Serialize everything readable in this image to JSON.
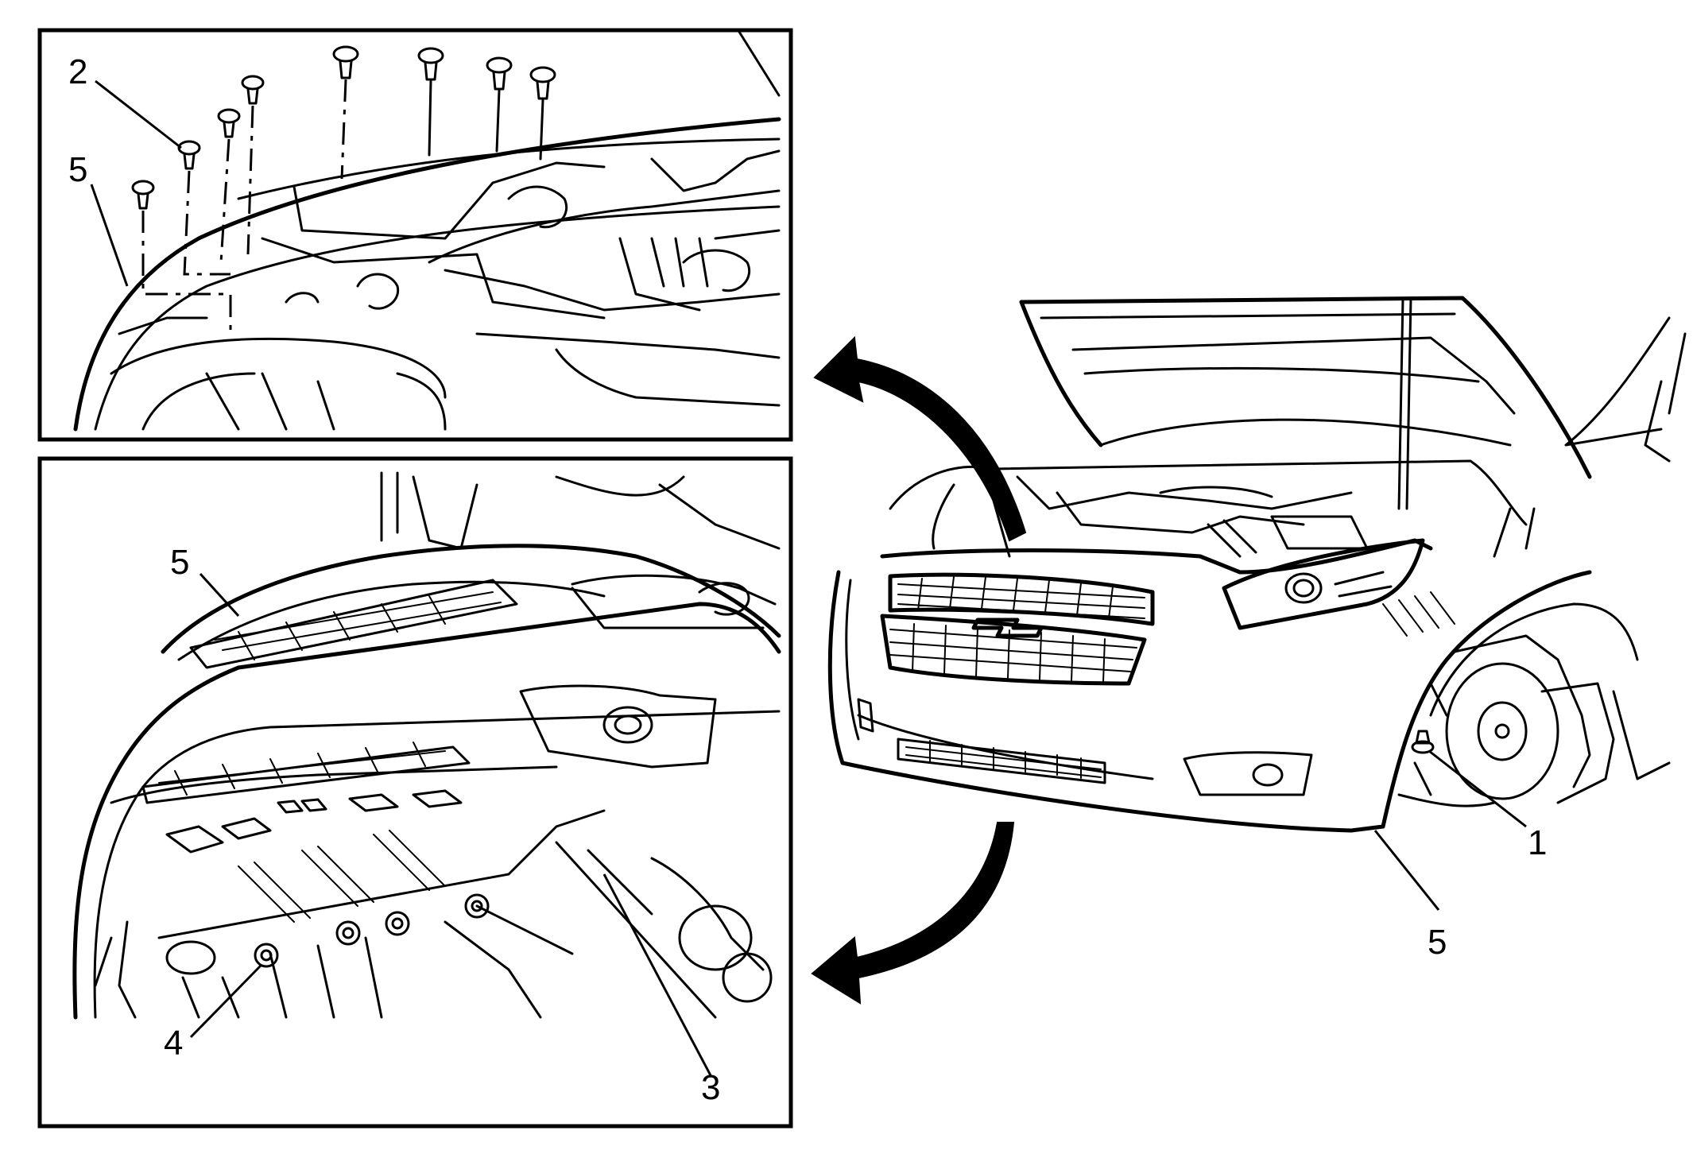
{
  "figure": {
    "callouts": {
      "top_panel": {
        "label_2": "2",
        "label_5": "5"
      },
      "bottom_panel": {
        "label_5": "5",
        "label_4": "4",
        "label_3": "3"
      },
      "vehicle_view": {
        "label_1": "1",
        "label_5": "5"
      }
    }
  }
}
